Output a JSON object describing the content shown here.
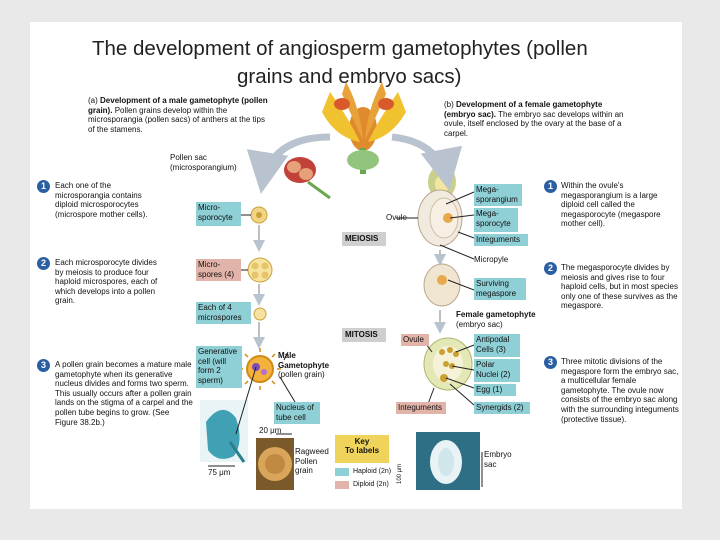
{
  "title": {
    "line1": "The development of angiosperm gametophytes (pollen",
    "line2": "grains and embryo sacs)"
  },
  "male_panel": {
    "heading_tag": "(a)",
    "heading_bold": "Development of a male gametophyte",
    "heading_line2_bold": "(pollen grain).",
    "heading_rest": "Pollen grains develop within the microsporangia (pollen sacs) of anthers at the tips of the stamens."
  },
  "female_panel": {
    "heading_tag": "(b)",
    "heading_bold": "Development of a female gametophyte",
    "heading_line2_bold": "(embryo sac).",
    "heading_rest": "The embryo sac develops within an ovule, itself enclosed by the ovary at the base of a carpel."
  },
  "steps_left": [
    {
      "num": "1",
      "text": "Each one of the microsporangia contains diploid microsporocytes (microspore mother cells)."
    },
    {
      "num": "2",
      "text": "Each microsporocyte divides by meiosis to produce four haploid microspores, each of which develops into a pollen grain."
    },
    {
      "num": "3",
      "text": "A pollen grain becomes a mature male gametophyte when its generative nucleus divides and forms two sperm. This usually occurs after a pollen grain lands on the stigma of a carpel and the pollen tube begins to grow. (See Figure 38.2b.)"
    }
  ],
  "steps_right": [
    {
      "num": "1",
      "text": "Within the ovule's megasporangium is a large diploid cell called the megasporocyte (megaspore mother cell)."
    },
    {
      "num": "2",
      "text": "The megasporocyte divides by meiosis and gives rise to four haploid cells, but in most species only one of these survives as the megaspore."
    },
    {
      "num": "3",
      "text": "Three mitotic divisions of the megaspore form the embryo sac, a multicellular female gametophyte. The ovule now consists of the embryo sac along with the surrounding integuments (protective tissue)."
    }
  ],
  "labels": {
    "pollen_sac": "Pollen sac (microsporangium)",
    "microsporocyte": "Micro-sporocyte",
    "microspores": "Micro-spores (4)",
    "each_of_4": "Each of 4 microspores",
    "generative_cell": "Generative cell (will form 2 sperm)",
    "male_gametophyte_bold": "Male Gametophyte",
    "male_gametophyte_sub": "(pollen grain)",
    "nucleus_tube": "Nucleus of tube cell",
    "scale_20": "20 μm",
    "scale_75": "75 μm",
    "ragweed": "Ragweed Pollen grain",
    "ovule_top": "Ovule",
    "megasporangium": "Mega-sporangium",
    "megasporocyte": "Mega-sporocyte",
    "integuments": "Integuments",
    "micropyle": "Micropyle",
    "surviving_megaspore": "Surviving megaspore",
    "female_gametophyte_bold": "Female gametophyte",
    "female_gametophyte_sub": "(embryo sac)",
    "ovule_mid": "Ovule",
    "antipodal": "Antipodal Cells (3)",
    "polar": "Polar Nuclei (2)",
    "egg": "Egg (1)",
    "integuments_bottom": "Integuments",
    "synergids": "Synergids (2)",
    "embryo_sac": "Embryo sac",
    "scale_100": "100 μm",
    "meiosis": "MEIOSIS",
    "mitosis": "MITOSIS"
  },
  "key": {
    "title_line1": "Key",
    "title_line2": "To labels",
    "haploid": "Haploid (2n)",
    "diploid": "Diploid (2n)"
  },
  "colors": {
    "haploid": "#8fcfd6",
    "diploid": "#e2b3a8",
    "key": "#f0d35a",
    "step_badge": "#2a5fa3"
  }
}
